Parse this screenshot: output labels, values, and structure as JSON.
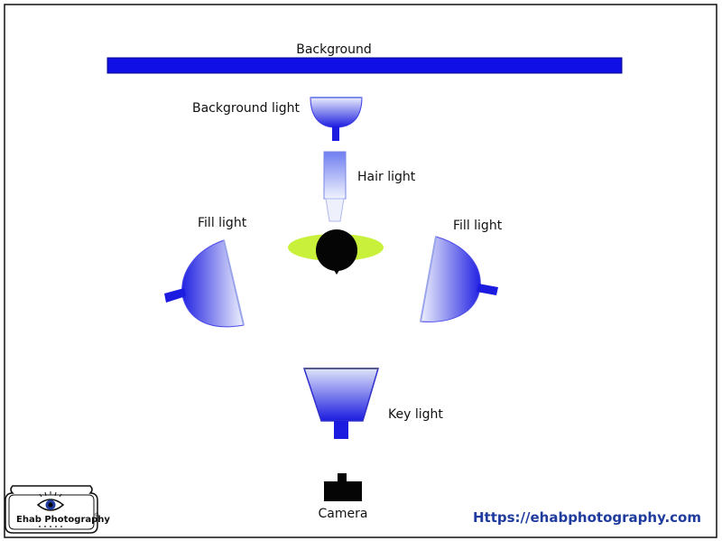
{
  "labels": {
    "background": "Background",
    "background_light": "Background light",
    "hair_light": "Hair light",
    "fill_light_left": "Fill light",
    "fill_light_right": "Fill light",
    "key_light": "Key light",
    "camera": "Camera"
  },
  "logo": {
    "name": "Ehab Photography",
    "mark": "©"
  },
  "website": {
    "url": "Https://ehabphotography.com"
  },
  "colors": {
    "background_bar": "#1010e6",
    "light_blue": "#2a2ae0",
    "light_fade": "#e8ecfb",
    "subject_highlight": "#c9f03a",
    "subject": "#050505",
    "camera": "#050505",
    "url_text": "#1f3b9e"
  }
}
